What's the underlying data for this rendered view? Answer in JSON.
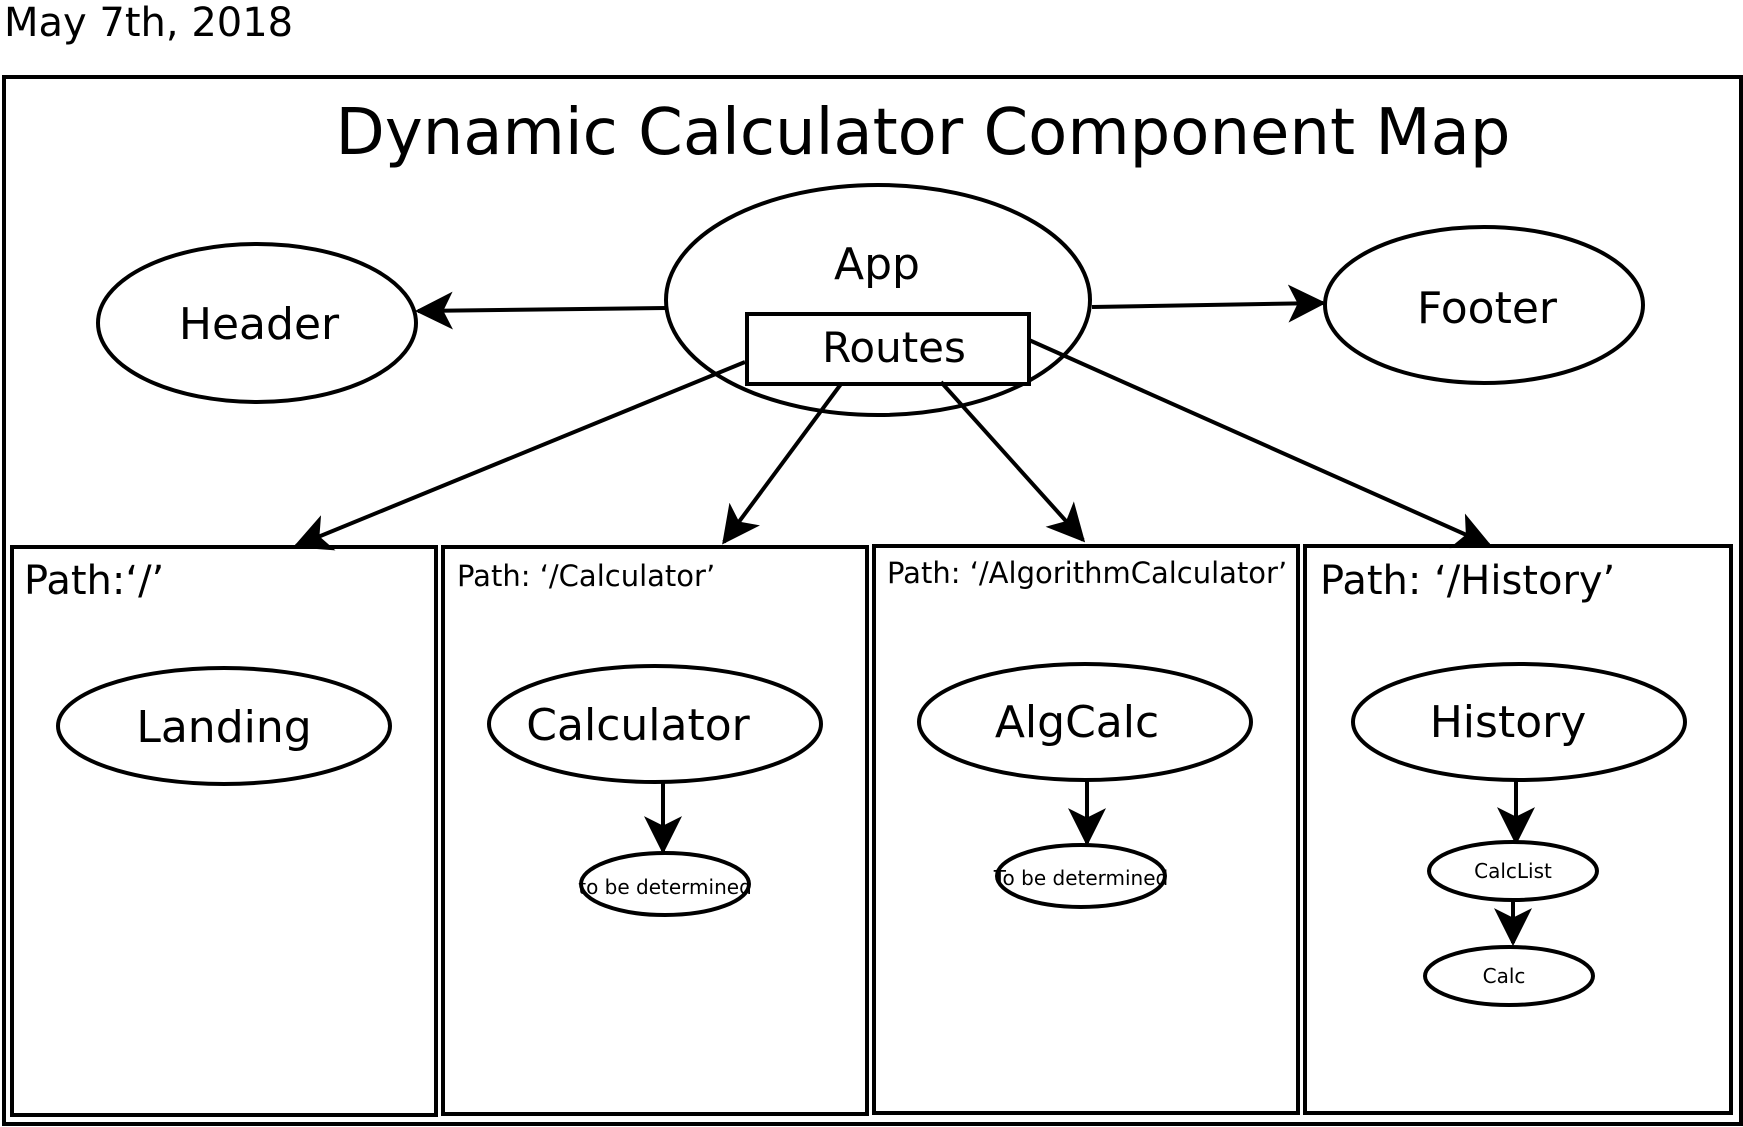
{
  "date": "May 7th, 2018",
  "title": "Dynamic Calculator Component Map",
  "nodes": {
    "app": "App",
    "routes": "Routes",
    "header": "Header",
    "footer": "Footer"
  },
  "panels": [
    {
      "path": "Path:‘/’",
      "component": "Landing",
      "children": []
    },
    {
      "path": "Path:  ‘/Calculator’",
      "component": "Calculator",
      "children": [
        "to be determined"
      ]
    },
    {
      "path": "Path:  ‘/AlgorithmCalculator’",
      "component": "AlgCalc",
      "children": [
        "To be determined"
      ]
    },
    {
      "path": "Path:  ‘/History’",
      "component": "History",
      "children": [
        "CalcList",
        "Calc"
      ]
    }
  ]
}
